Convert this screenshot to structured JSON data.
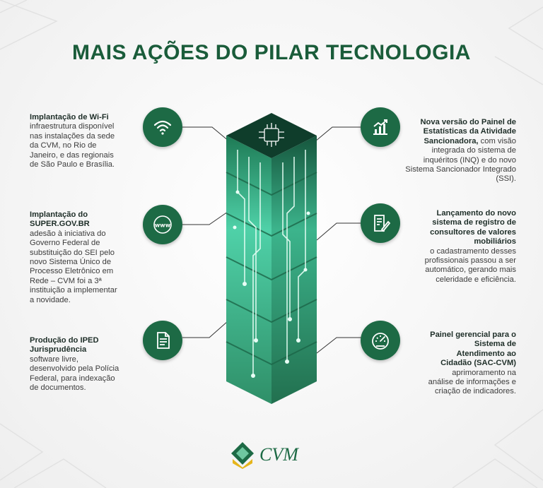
{
  "page": {
    "title": "MAIS AÇÕES DO PILAR TECNOLOGIA"
  },
  "colors": {
    "brand_green": "#1d6a45",
    "title_green": "#1a5c3a",
    "tower_light": "#3fd0a6",
    "tower_dark": "#0f3d2b",
    "logo_yellow": "#e5b51c"
  },
  "items": [
    {
      "icon": "wifi-icon",
      "head": "Implantação de Wi-Fi",
      "lines": [
        "infraestrutura disponível",
        "nas instalações da sede",
        "da CVM, no Rio de",
        "Janeiro, e das regionais",
        "de São Paulo e Brasília."
      ]
    },
    {
      "icon": "www-globe-icon",
      "head_lines": [
        "Implantação do",
        "SUPER.GOV.BR"
      ],
      "lines": [
        "adesão à iniciativa do",
        "Governo Federal de",
        "substituição do SEI pelo",
        "novo Sistema Único de",
        "Processo Eletrônico em",
        "Rede – CVM foi a 3ª",
        "instituição a implementar",
        "a novidade."
      ]
    },
    {
      "icon": "document-icon",
      "head_lines": [
        "Produção do IPED",
        "Jurisprudência"
      ],
      "lines": [
        "software livre,",
        "desenvolvido pela Polícia",
        "Federal, para indexação",
        "de documentos."
      ]
    },
    {
      "icon": "chart-growth-icon",
      "head_lines": [
        "Nova versão do Painel de",
        "Estatísticas da Atividade"
      ],
      "head_inline": "Sancionadora,",
      "inline_rest": " com visão",
      "lines": [
        "integrada do sistema de",
        "inquéritos (INQ) e do novo",
        "Sistema Sancionador Integrado",
        "(SSI)."
      ]
    },
    {
      "icon": "form-pen-icon",
      "head_lines": [
        "Lançamento do novo",
        "sistema de registro de",
        "consultores de valores",
        "mobiliários"
      ],
      "lines": [
        "o cadastramento desses",
        "profissionais passou a ser",
        "automático, gerando mais",
        "celeridade e eficiência."
      ]
    },
    {
      "icon": "gauge-icon",
      "head_lines": [
        "Painel gerencial para o",
        "Sistema de",
        "Atendimento ao",
        "Cidadão (SAC-CVM)"
      ],
      "lines": [
        "aprimoramento na",
        "análise de informações e",
        "criação de indicadores."
      ]
    }
  ],
  "logo": {
    "text": "CVM",
    "icon": "cvm-diamond-logo-icon"
  },
  "tower": {
    "icon": "microchip-icon"
  }
}
